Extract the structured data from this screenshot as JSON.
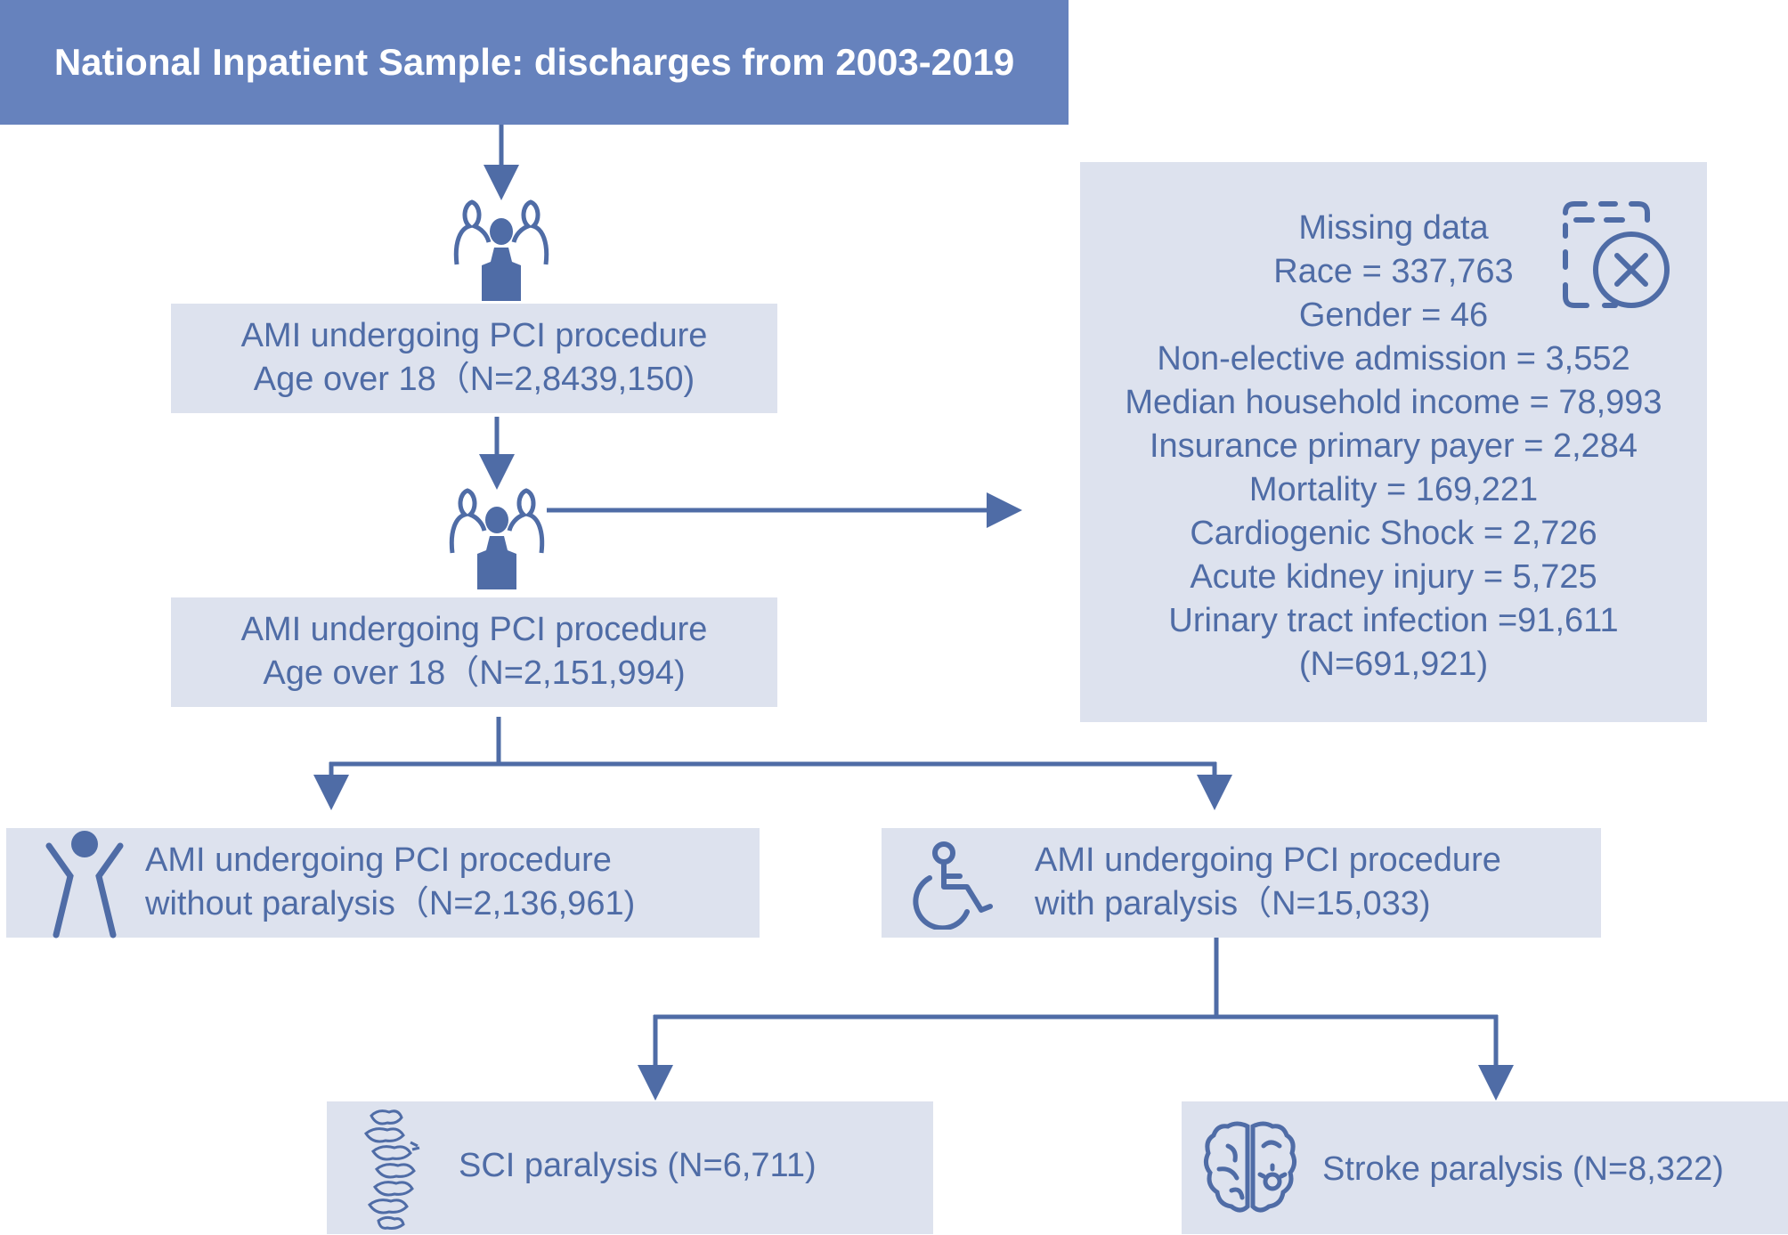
{
  "header": {
    "title": "National Inpatient Sample: discharges from 2003-2019"
  },
  "step1": {
    "line1": "AMI undergoing PCI procedure",
    "line2": "Age over 18（N=2,8439,150)"
  },
  "step2": {
    "line1": "AMI undergoing PCI procedure",
    "line2": "Age over 18（N=2,151,994)"
  },
  "missing": {
    "title": "Missing data",
    "items": [
      "Race = 337,763",
      "Gender = 46",
      "Non-elective admission = 3,552",
      "Median household income = 78,993",
      "Insurance primary payer = 2,284",
      "Mortality = 169,221",
      "Cardiogenic Shock = 2,726",
      "Acute kidney injury = 5,725",
      "Urinary tract infection =91,611",
      "(N=691,921)"
    ]
  },
  "without_paralysis": {
    "line1": "AMI undergoing PCI procedure",
    "line2": "without paralysis（N=2,136,961)"
  },
  "with_paralysis": {
    "line1": "AMI undergoing PCI procedure",
    "line2": "with paralysis（N=15,033)"
  },
  "sci": {
    "label": "SCI paralysis (N=6,711)"
  },
  "stroke": {
    "label": "Stroke paralysis (N=8,322)"
  },
  "icons": [
    "people-group-icon",
    "document-x-icon",
    "person-arms-up-icon",
    "wheelchair-icon",
    "spine-icon",
    "brain-icon"
  ],
  "colors": {
    "header_bg": "#6682bd",
    "box_bg": "#dde2ee",
    "text": "#4f6ca6",
    "arrow": "#4f6ca6"
  }
}
